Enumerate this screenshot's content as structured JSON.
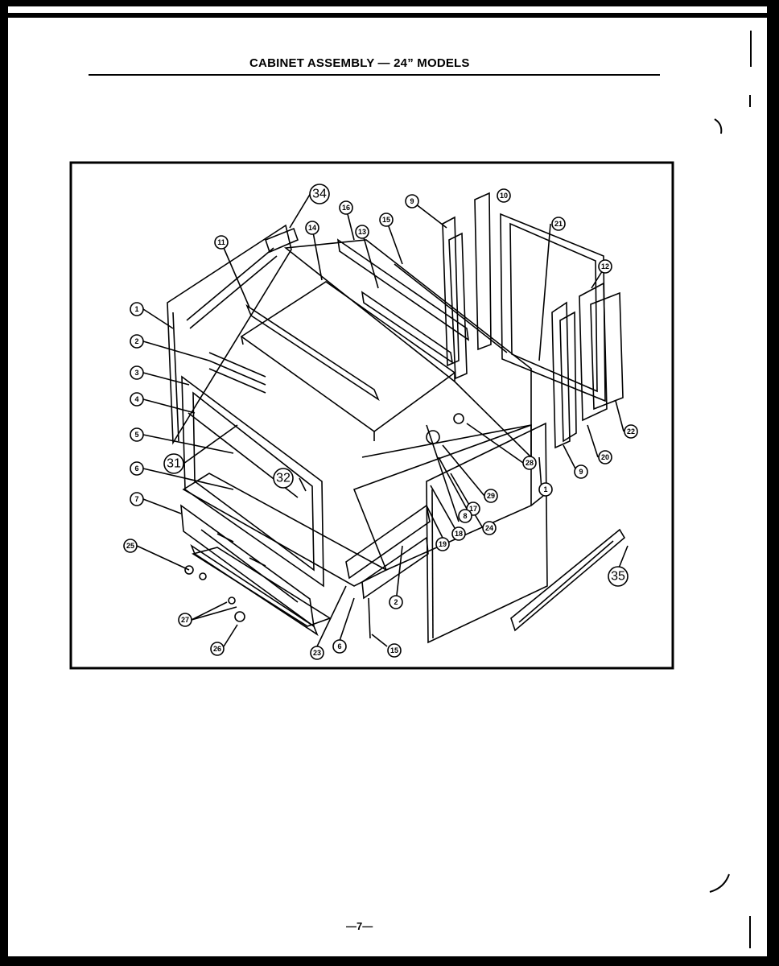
{
  "title": "CABINET ASSEMBLY — 24” MODELS",
  "page_number": "—7—",
  "callouts": [
    "1",
    "2",
    "3",
    "4",
    "5",
    "6",
    "7",
    "25",
    "27",
    "26",
    "31",
    "32",
    "11",
    "34",
    "14",
    "16",
    "13",
    "15",
    "9",
    "10",
    "21",
    "12",
    "22",
    "20",
    "9",
    "29",
    "17",
    "19",
    "18",
    "24",
    "8",
    "28",
    "1",
    "2",
    "23",
    "6",
    "15",
    "35"
  ]
}
